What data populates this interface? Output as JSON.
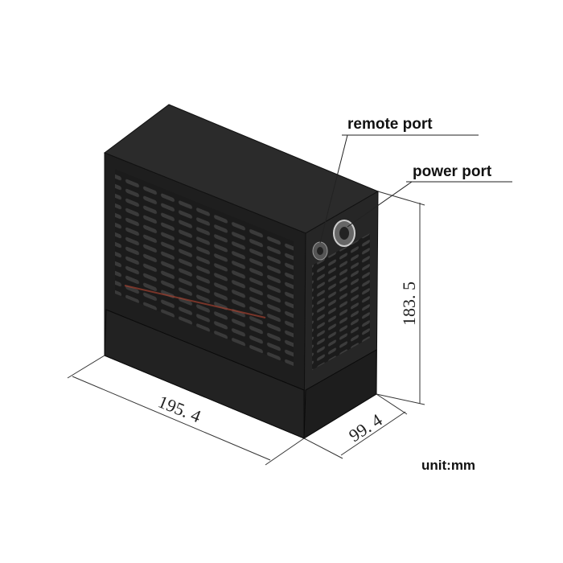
{
  "callouts": {
    "remote_port": "remote port",
    "power_port": "power port"
  },
  "dimensions": {
    "width": "195. 4",
    "depth": "99. 4",
    "height": "183. 5"
  },
  "unit_label": "unit:mm"
}
